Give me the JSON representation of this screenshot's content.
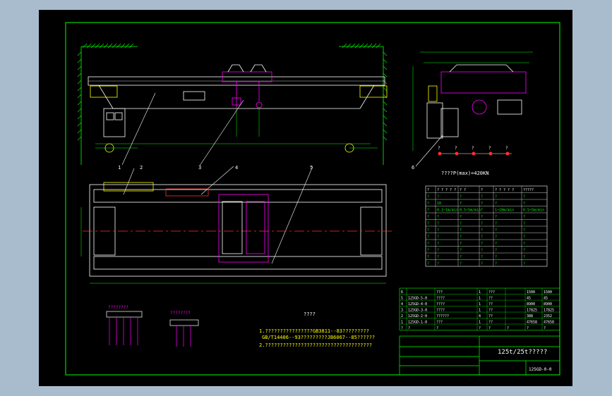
{
  "colors": {
    "app_background": "#a8bccd",
    "canvas": "#000000",
    "frame": "#00ff00",
    "geometry": "#ffffff",
    "highlight": "#ff00ff",
    "yellow": "#ffff00",
    "red": "#ff3030",
    "cyan": "#00ffff"
  },
  "callouts": [
    "1",
    "2",
    "3",
    "4",
    "5",
    "6"
  ],
  "load_diagram_caption": "????P(max)=420KN",
  "wheel_load_labels": [
    "?",
    "?",
    "?",
    "?",
    "?"
  ],
  "param_table": {
    "header": [
      "?",
      "? ? ? ? ?",
      "? ?",
      "?",
      "? ? ? ? ?",
      "?????"
    ],
    "rows": [
      [
        "?",
        "?",
        "?",
        "?",
        "?",
        "?"
      ],
      [
        "?",
        "10",
        "?",
        "?",
        "?",
        "?"
      ],
      [
        "?",
        "0.1~1m/min",
        "0.5~5m/min",
        "?",
        "1~10m/min",
        "0.5~5m/min"
      ],
      [
        "?",
        "?",
        "?",
        "?",
        "?",
        "?"
      ],
      [
        "?",
        "?",
        "?",
        "?",
        "?",
        "?"
      ],
      [
        "?",
        "?",
        "?",
        "?",
        "?",
        "?"
      ],
      [
        "?",
        "?",
        "?",
        "?",
        "?",
        "?"
      ],
      [
        "?",
        "?",
        "?",
        "?",
        "?",
        "?"
      ],
      [
        "?",
        "?",
        "?",
        "?",
        "?",
        "?"
      ],
      [
        "?",
        "?",
        "?",
        "?",
        "?",
        "?"
      ],
      [
        "?",
        "?",
        "?",
        "?",
        "?",
        "?"
      ]
    ]
  },
  "notes_title": "????",
  "notes_lines": [
    "1.????????????????GB3811--83?????????",
    "GB/T14406--93?????????JB6067--85??????",
    "2.????????????????????????????????????"
  ],
  "sling_label_a": "????????",
  "sling_label_b": "????????",
  "bom": {
    "rows": [
      {
        "no": "6",
        "code": "",
        "name": "???",
        "qty": "1",
        "mat": "???",
        "w1": "1500",
        "w2": "1500"
      },
      {
        "no": "5",
        "code": "125GD-5-0",
        "name": "????",
        "qty": "1",
        "mat": "??",
        "w1": "45",
        "w2": "45"
      },
      {
        "no": "4",
        "code": "125GD-4-0",
        "name": "????",
        "qty": "1",
        "mat": "??",
        "w1": "8900",
        "w2": "8900"
      },
      {
        "no": "3",
        "code": "125GD-3-0",
        "name": "????",
        "qty": "1",
        "mat": "??",
        "w1": "17825",
        "w2": "17825"
      },
      {
        "no": "2",
        "code": "125GD-2-0",
        "name": "??????",
        "qty": "4",
        "mat": "??",
        "w1": "388",
        "w2": "2352"
      },
      {
        "no": "1",
        "code": "125GD-1-0",
        "name": "???",
        "qty": "1",
        "mat": "??",
        "w1": "47658",
        "w2": "47658"
      }
    ],
    "header": [
      "?",
      "?",
      "?",
      "?",
      "?",
      "?",
      "?",
      "?"
    ]
  },
  "title_block": {
    "title": "125t/25t?????",
    "drawing_no": "125GD-0-0",
    "small_cells": [
      "?",
      "?",
      "?",
      "?",
      "?",
      "?",
      "?",
      "?",
      "?",
      "?",
      "?",
      "?",
      "?",
      "?",
      "?",
      "?"
    ]
  },
  "plate_label": "?????"
}
